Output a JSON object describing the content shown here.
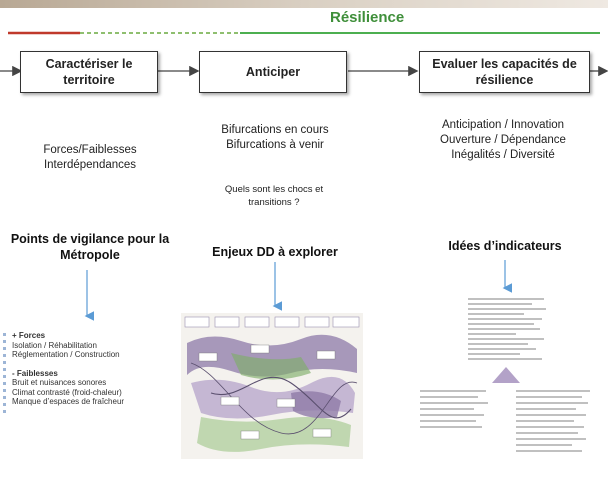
{
  "header": {
    "title": "Résilience"
  },
  "columns": [
    {
      "box": "Caractériser le territoire",
      "items": [
        "Forces/Faiblesses",
        "Interdépendances"
      ],
      "output": "Points de vigilance pour la Métropole"
    },
    {
      "box": "Anticiper",
      "items": [
        "Bifurcations en cours",
        "Bifurcations à venir"
      ],
      "question": "Quels sont les chocs et transitions ?",
      "output": "Enjeux DD à explorer"
    },
    {
      "box": "Evaluer les capacités de résilience",
      "items": [
        "Anticipation / Innovation",
        "Ouverture / Dépendance",
        "Inégalités / Diversité"
      ],
      "output": "Idées d’indicateurs"
    }
  ],
  "legend": {
    "forces_title": "+ Forces",
    "forces": [
      "Isolation / Réhabilitation",
      "Réglementation / Construction"
    ],
    "faiblesses_title": "- Faiblesses",
    "faiblesses": [
      "Bruit et nuisances sonores",
      "Climat contrasté (froid-chaleur)",
      "Manque d’espaces de fraîcheur"
    ]
  },
  "colors": {
    "title": "#3f8f3a",
    "timeline_left": "#c0392b",
    "timeline_right": "#4caf50",
    "arrow": "#5b9bd5",
    "map_purple": "#8e7aa8",
    "map_green": "#7fae6a"
  }
}
